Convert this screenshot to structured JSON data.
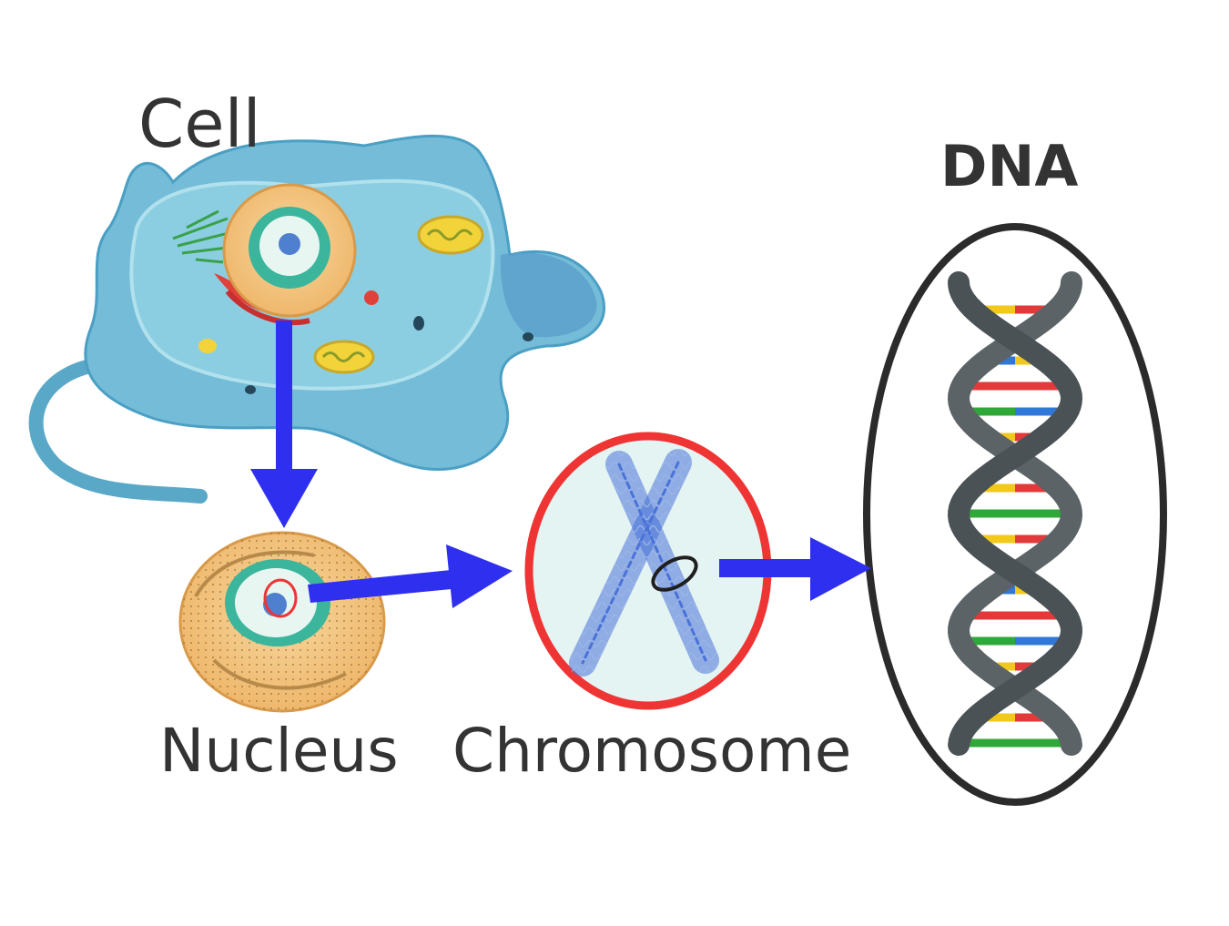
{
  "labels": {
    "cell": "Cell",
    "nucleus": "Nucleus",
    "chromosome": "Chromosome",
    "dna": "DNA"
  },
  "colors": {
    "arrow": "#2f2ff0",
    "cell_body": "#6fb9d6",
    "cell_membrane": "#4a9fc4",
    "nucleus_outer": "#f2c27a",
    "nucleus_inner": "#38b49c",
    "chromosome_ring": "#ef3434",
    "chromosome_fill": "#e6f4f4",
    "chromatid": "#4a72d8",
    "dna_ring": "#2b2b2b",
    "dna_backbone": "#5b6367",
    "base_red": "#e23a3a",
    "base_yellow": "#f2c91a",
    "base_blue": "#2f78d8",
    "base_green": "#2fa83a"
  },
  "icons": [
    "cell-illustration",
    "nucleus-illustration",
    "chromosome-illustration",
    "dna-double-helix"
  ]
}
